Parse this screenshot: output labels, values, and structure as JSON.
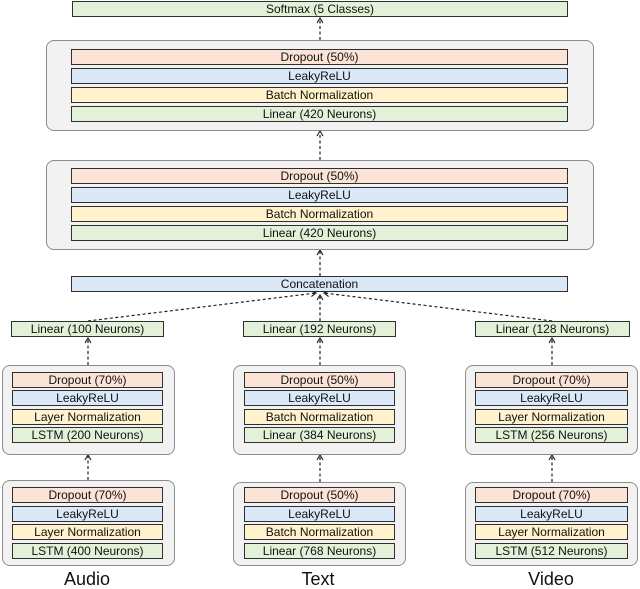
{
  "softmax": "Softmax (5 Classes)",
  "fc2": {
    "dropout": "Dropout (50%)",
    "activation": "LeakyReLU",
    "norm": "Batch Normalization",
    "linear": "Linear (420 Neurons)"
  },
  "fc1": {
    "dropout": "Dropout (50%)",
    "activation": "LeakyReLU",
    "norm": "Batch Normalization",
    "linear": "Linear (420 Neurons)"
  },
  "concat": "Concatenation",
  "audio": {
    "label": "Audio",
    "proj": "Linear (100 Neurons)",
    "block2": {
      "dropout": "Dropout (70%)",
      "activation": "LeakyReLU",
      "norm": "Layer Normalization",
      "core": "LSTM (200 Neurons)"
    },
    "block1": {
      "dropout": "Dropout (70%)",
      "activation": "LeakyReLU",
      "norm": "Layer Normalization",
      "core": "LSTM (400 Neurons)"
    }
  },
  "text": {
    "label": "Text",
    "proj": "Linear (192 Neurons)",
    "block2": {
      "dropout": "Dropout (50%)",
      "activation": "LeakyReLU",
      "norm": "Batch Normalization",
      "core": "Linear (384 Neurons)"
    },
    "block1": {
      "dropout": "Dropout (50%)",
      "activation": "LeakyReLU",
      "norm": "Batch Normalization",
      "core": "Linear (768 Neurons)"
    }
  },
  "video": {
    "label": "Video",
    "proj": "Linear (128 Neurons)",
    "block2": {
      "dropout": "Dropout (70%)",
      "activation": "LeakyReLU",
      "norm": "Layer Normalization",
      "core": "LSTM (256 Neurons)"
    },
    "block1": {
      "dropout": "Dropout (70%)",
      "activation": "LeakyReLU",
      "norm": "Layer Normalization",
      "core": "LSTM (512 Neurons)"
    }
  },
  "colors": {
    "dropout": "#fbe3d6",
    "activation": "#dae8f8",
    "normalization": "#fff2cc",
    "linear": "#e3f1d9",
    "group_background": "#f2f2f2"
  }
}
